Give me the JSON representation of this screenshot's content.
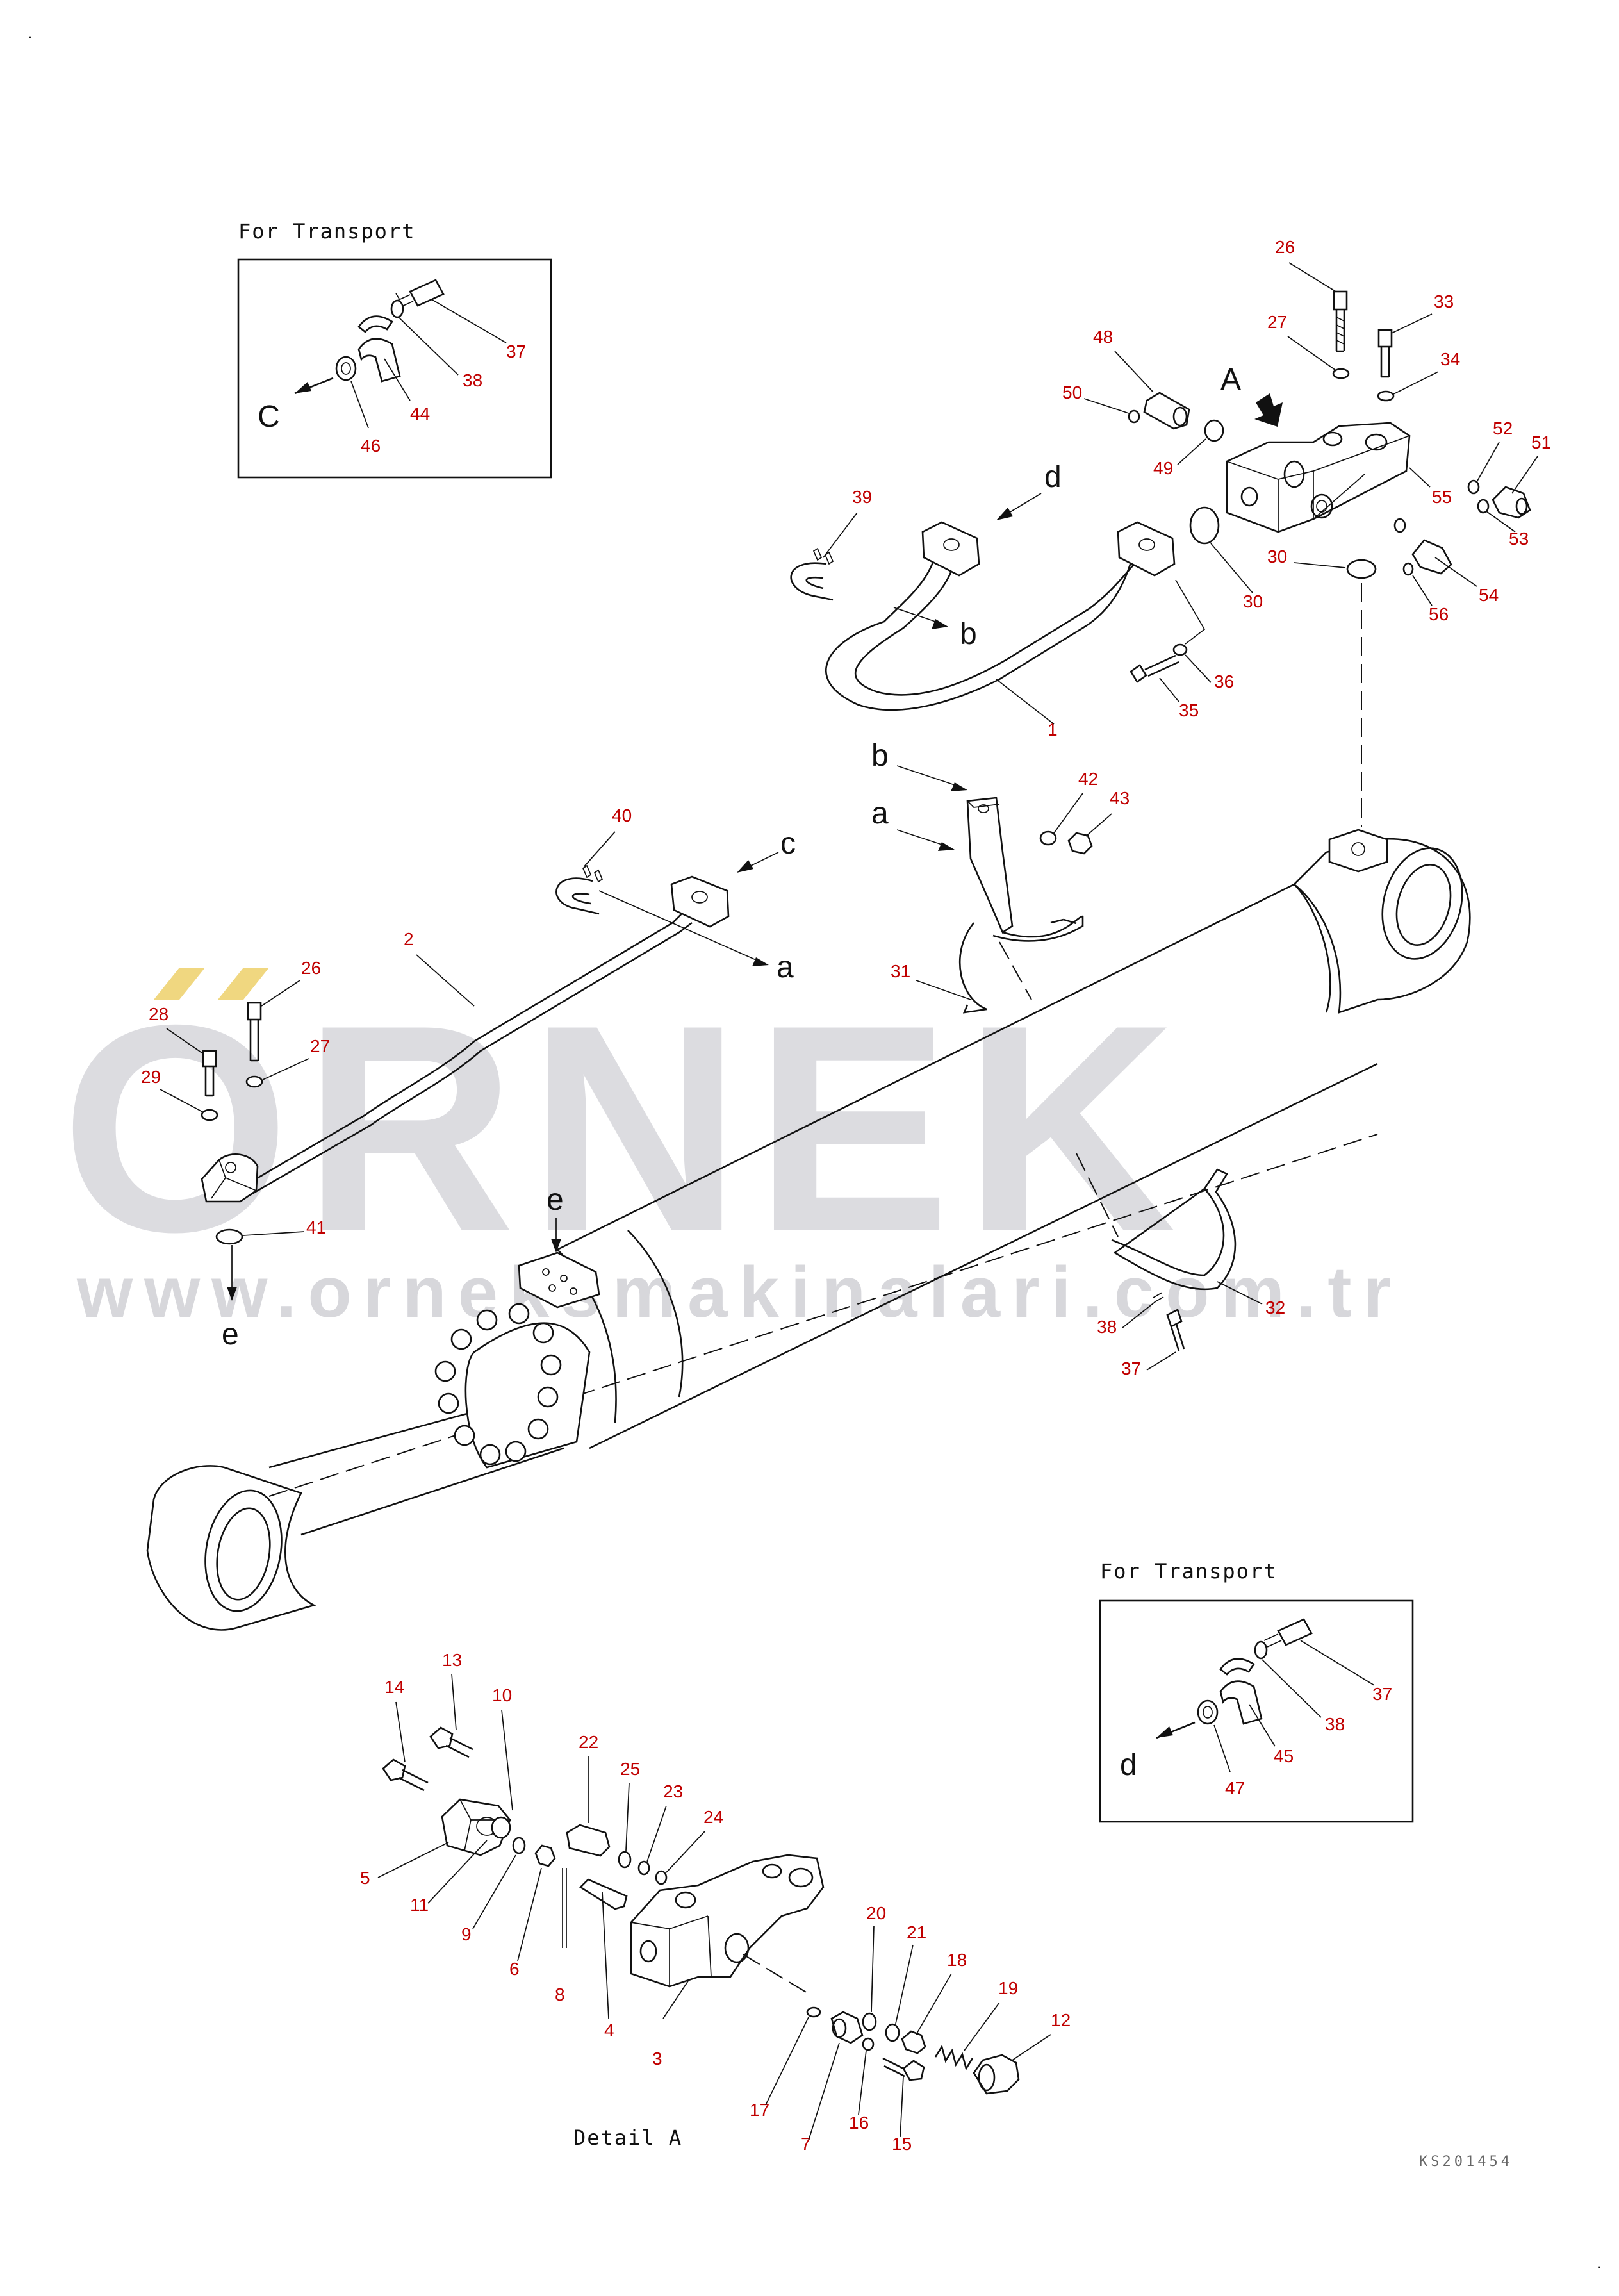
{
  "captions": {
    "transport_top": "For Transport",
    "transport_bottom": "For Transport",
    "detail": "Detail A",
    "drawing_code": "KS201454"
  },
  "watermark": {
    "brand": "ORNEK",
    "url": "www.orneksmakinalari.com.tr",
    "color": "#8c8c99",
    "accent": "#f0d780"
  },
  "letters": {
    "a1": "a",
    "a2": "a",
    "b1": "b",
    "b2": "b",
    "c1": "c",
    "c2": "C",
    "d1": "d",
    "d2": "d",
    "e1": "e",
    "e2": "e",
    "A": "A"
  },
  "callouts": {
    "n1": "1",
    "n2": "2",
    "n3": "3",
    "n4": "4",
    "n5": "5",
    "n6": "6",
    "n7": "7",
    "n8": "8",
    "n9": "9",
    "n10": "10",
    "n11": "11",
    "n12": "12",
    "n13": "13",
    "n14": "14",
    "n15": "15",
    "n16": "16",
    "n17": "17",
    "n18": "18",
    "n19": "19",
    "n20": "20",
    "n21": "21",
    "n22": "22",
    "n23": "23",
    "n24": "24",
    "n25": "25",
    "n26a": "26",
    "n26b": "26",
    "n27a": "27",
    "n27b": "27",
    "n28": "28",
    "n29": "29",
    "n30a": "30",
    "n30b": "30",
    "n31": "31",
    "n32": "32",
    "n33": "33",
    "n34": "34",
    "n35": "35",
    "n36": "36",
    "n37a": "37",
    "n37b": "37",
    "n37c": "37",
    "n38a": "38",
    "n38b": "38",
    "n38c": "38",
    "n39": "39",
    "n40": "40",
    "n41": "41",
    "n42": "42",
    "n43": "43",
    "n44": "44",
    "n45": "45",
    "n46": "46",
    "n47": "47",
    "n48": "48",
    "n49": "49",
    "n50": "50",
    "n51": "51",
    "n52": "52",
    "n53": "53",
    "n54": "54",
    "n55": "55",
    "n56": "56"
  }
}
